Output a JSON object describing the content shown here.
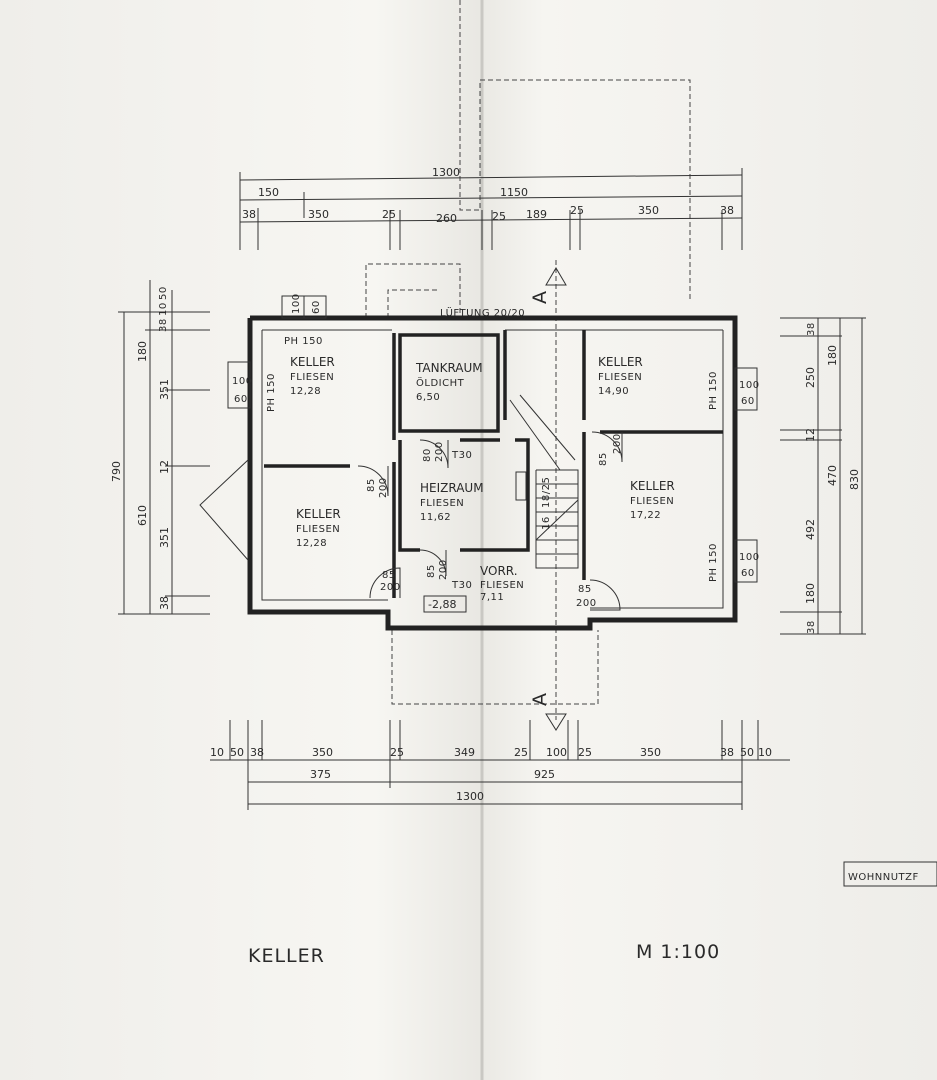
{
  "drawing": {
    "title": "KELLER",
    "scale": "M 1:100",
    "stamp": "WOHNNUTZF",
    "ventilation": "LÜFTUNG 20/20",
    "section_marker": "A",
    "level": "-2,88",
    "wall_notes": {
      "ph_top": "PH 150",
      "ph_right_top": "PH 150",
      "ph_right_bottom": "PH 150",
      "ph_left": "PH 150",
      "t30_tank": "T30",
      "t30_vorr": "T30"
    }
  },
  "rooms": [
    {
      "name": "KELLER",
      "finish": "FLIESEN",
      "area": "12,28"
    },
    {
      "name": "KELLER",
      "finish": "FLIESEN",
      "area": "12,28"
    },
    {
      "name": "TANKRAUM",
      "finish": "ÖLDICHT",
      "area": "6,50"
    },
    {
      "name": "HEIZRAUM",
      "finish": "FLIESEN",
      "area": "11,62"
    },
    {
      "name": "VORR.",
      "finish": "FLIESEN",
      "area": "7,11"
    },
    {
      "name": "KELLER",
      "finish": "FLIESEN",
      "area": "14,90"
    },
    {
      "name": "KELLER",
      "finish": "FLIESEN",
      "area": "17,22"
    }
  ],
  "dimensions": {
    "top_total": "1300",
    "top_row2": [
      "150",
      "1150"
    ],
    "top_row3": [
      "38",
      "350",
      "25",
      "260",
      "25",
      "189",
      "25",
      "350",
      "38"
    ],
    "bottom_row1": [
      "10",
      "50",
      "38",
      "350",
      "25",
      "349",
      "25",
      "100",
      "25",
      "350",
      "38",
      "50",
      "10"
    ],
    "bottom_row2": [
      "375",
      "925"
    ],
    "bottom_total": "1300",
    "left_top": [
      "10",
      "50",
      "38"
    ],
    "left_inner": [
      "180",
      "351",
      "12",
      "351",
      "38"
    ],
    "left_mid": "610",
    "left_total": "790",
    "right_inner": [
      "38",
      "180",
      "250",
      "12",
      "470",
      "492",
      "180",
      "38"
    ],
    "right_total": "830",
    "windows": {
      "w1": [
        "100",
        "60"
      ],
      "w2": [
        "100",
        "60"
      ],
      "w3": [
        "100",
        "60"
      ],
      "w4": [
        "100",
        "60"
      ]
    },
    "doors": {
      "d1": [
        "85",
        "200"
      ],
      "d2": [
        "80",
        "200"
      ],
      "d3": [
        "85",
        "200"
      ],
      "d4": [
        "85",
        "200"
      ],
      "d5": [
        "85",
        "200"
      ],
      "d6": [
        "85",
        "200"
      ]
    },
    "stairs": [
      "16",
      "18/25"
    ]
  }
}
